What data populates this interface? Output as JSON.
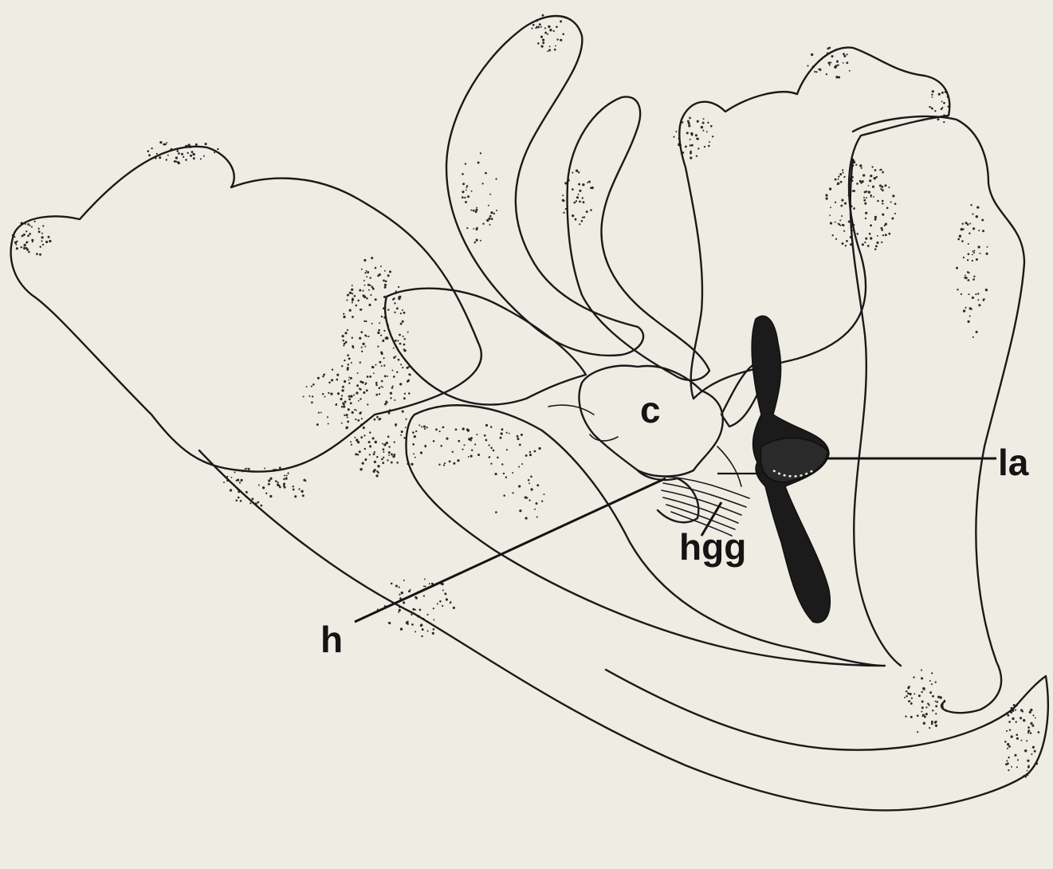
{
  "figure": {
    "labels": {
      "c": "c",
      "la": "la",
      "hgg": "hgg",
      "h": "h"
    },
    "colors": {
      "background": "#efece3",
      "ink": "#1a1a1a",
      "stipple": "#2b2b2b"
    }
  }
}
